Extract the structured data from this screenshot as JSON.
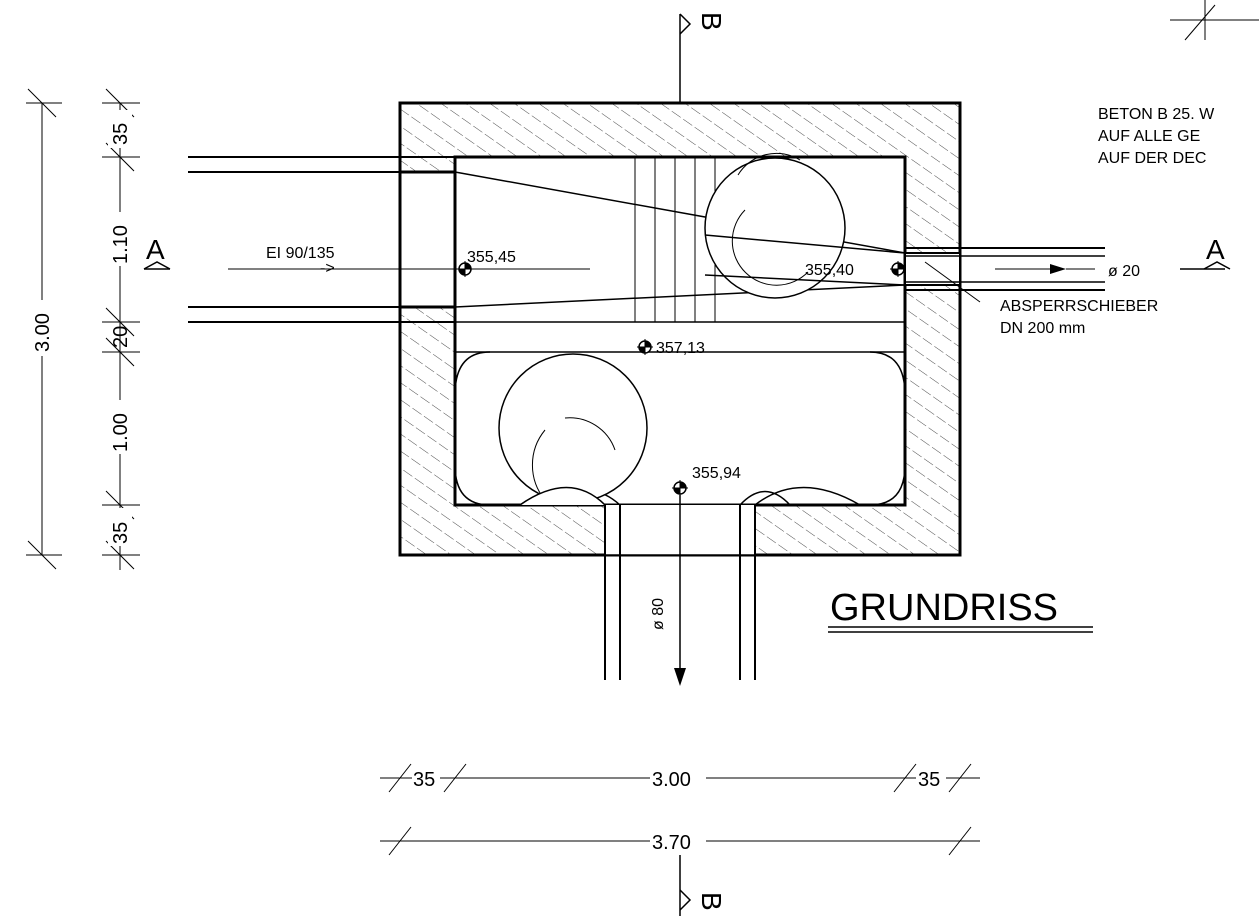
{
  "title": "GRUNDRISS",
  "section_labels": {
    "section_a_left": "A",
    "section_a_right": "A",
    "section_b_top": "B",
    "section_b_bottom": "B"
  },
  "notes": [
    "BETON B 25. W",
    "AUF ALLE GE",
    "AUF DER DEC"
  ],
  "inlet": {
    "label": "EI 90/135"
  },
  "outlet": {
    "diameter": "ø 20"
  },
  "bottom_outlet": {
    "diameter": "ø 80"
  },
  "valve": {
    "name": "ABSPERRSCHIEBER",
    "size": "DN 200 mm"
  },
  "elevations": {
    "inlet": "355,45",
    "outlet": "355,40",
    "wall_top": "357,13",
    "lower_chamber": "355,94"
  },
  "dimensions_vertical": {
    "overall": "3.00",
    "top_wall": "35",
    "inlet_height": "1.10",
    "mid_wall": "20",
    "lower_chamber": "1.00",
    "bottom_wall": "35"
  },
  "dimensions_horizontal": {
    "left_wall": "35",
    "inner": "3.00",
    "right_wall": "35",
    "overall": "3.70"
  }
}
